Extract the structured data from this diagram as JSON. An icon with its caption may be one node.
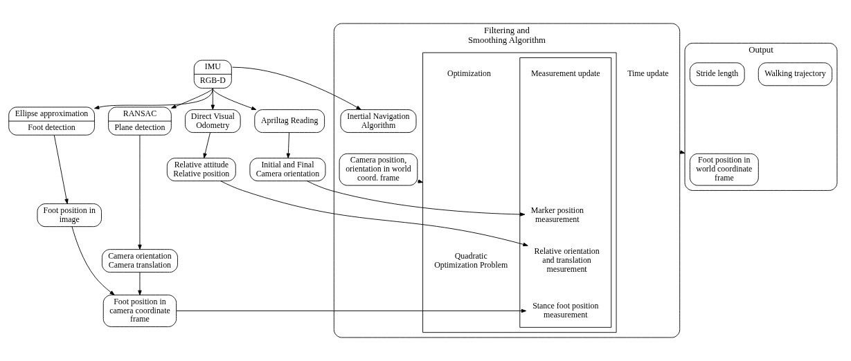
{
  "diagram": {
    "nodes": [
      {
        "text": [
          "Filtering and Smoothing Algorithm"
        ]
      },
      {
        "text": [
          "Inertial Navigation Algorithm"
        ],
        "in": 0
      },
      {
        "text": [
          "Camera position, orientation in world coord. frame"
        ],
        "in": 0
      },
      {
        "text": [],
        "shape": "box",
        "in": 0
      },
      {
        "text": [],
        "shape": "box",
        "in": 3
      },
      {
        "text": [
          "Marker position measurement"
        ],
        "in": 4
      },
      {
        "text": [
          "Relative orientation and translation mesurement"
        ],
        "in": 4
      },
      {
        "text": [
          "Stance foot position measurement"
        ],
        "in": 4
      },
      {
        "text": [
          "Quadratic Optimization Problem"
        ],
        "in": 3
      },
      {
        "text": [
          "Output"
        ]
      },
      {
        "text": [
          "Foot position in world coordinate frame"
        ],
        "in": 9
      },
      {
        "text": [
          "Walking trajectory"
        ],
        "in": 9
      },
      {
        "text": [
          "Stride length"
        ],
        "in": 9
      },
      {
        "text": [
          "IMU",
          "RGB-D"
        ]
      },
      {
        "text": [
          "Ellipse approximation",
          "Foot detection"
        ]
      },
      {
        "text": [
          "RANSAC",
          "Plane detection"
        ]
      },
      {
        "text": [
          "Direct Visual Odometry"
        ]
      },
      {
        "text": [
          "Apriltag Reading"
        ]
      },
      {
        "text": [
          "Initial and Final Camera orientation"
        ]
      },
      {
        "text": [
          "Foot position in image"
        ]
      },
      {
        "text": [
          "Camera orientation",
          "Camera translation"
        ]
      },
      {
        "text": [
          "Relative attitude",
          "Relative position"
        ]
      },
      {
        "text": [
          "Foot position in camera coordinate frame"
        ]
      }
    ],
    "edges": [
      {
        "from": 13,
        "to": 1,
        "arrow": "to"
      },
      {
        "from": 13,
        "to": 14,
        "arrow": "to"
      },
      {
        "from": 13,
        "to": 15,
        "arrow": "to"
      },
      {
        "from": 13,
        "to": 16,
        "arrow": "to"
      },
      {
        "from": 13,
        "to": 17,
        "arrow": "to"
      },
      {
        "from": 17,
        "to": 18,
        "arrow": "to"
      },
      {
        "from": 14,
        "to": 19,
        "arrow": "to"
      },
      {
        "from": 15,
        "to": 20,
        "arrow": "to"
      },
      {
        "from": 16,
        "to": 21,
        "arrow": "to"
      },
      {
        "from": 19,
        "to": 22,
        "arrow": "to"
      },
      {
        "from": 20,
        "to": 22,
        "arrow": "to"
      },
      {
        "from": 18,
        "to": 5,
        "arrow": "to"
      },
      {
        "from": 21,
        "to": 6,
        "arrow": "to"
      },
      {
        "from": 22,
        "to": 7,
        "arrow": "to"
      },
      {
        "from": 2,
        "to": 3,
        "arrow": "to"
      },
      {
        "from": 0,
        "to": 9,
        "arrow": "to"
      }
    ],
    "labels": [
      "Time update",
      "Measurement update",
      "Optimization"
    ]
  }
}
